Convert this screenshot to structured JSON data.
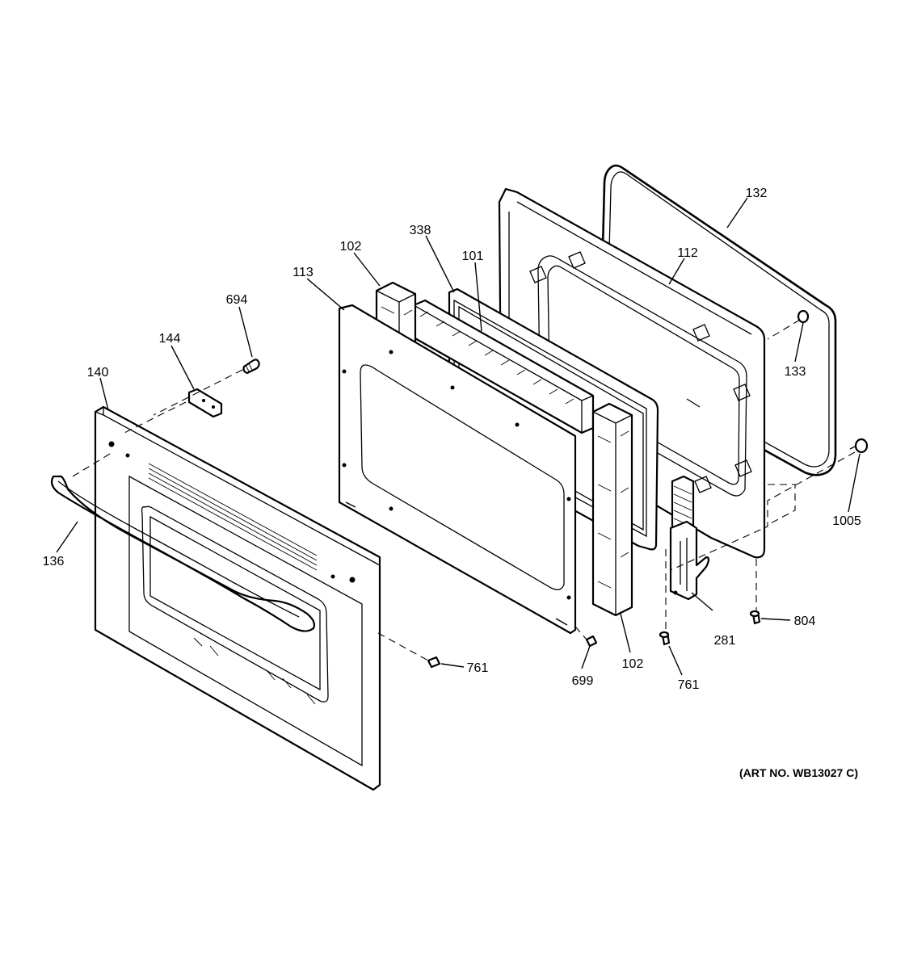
{
  "diagram": {
    "callouts": {
      "c132": "132",
      "c338": "338",
      "c101": "101",
      "c112": "112",
      "c102_top": "102",
      "c113": "113",
      "c694": "694",
      "c144": "144",
      "c140": "140",
      "c133": "133",
      "c136": "136",
      "c1005": "1005",
      "c804": "804",
      "c281": "281",
      "c761_left": "761",
      "c102_bottom": "102",
      "c699": "699",
      "c761_right": "761"
    },
    "art_number": "(ART NO. WB13027 C)"
  }
}
